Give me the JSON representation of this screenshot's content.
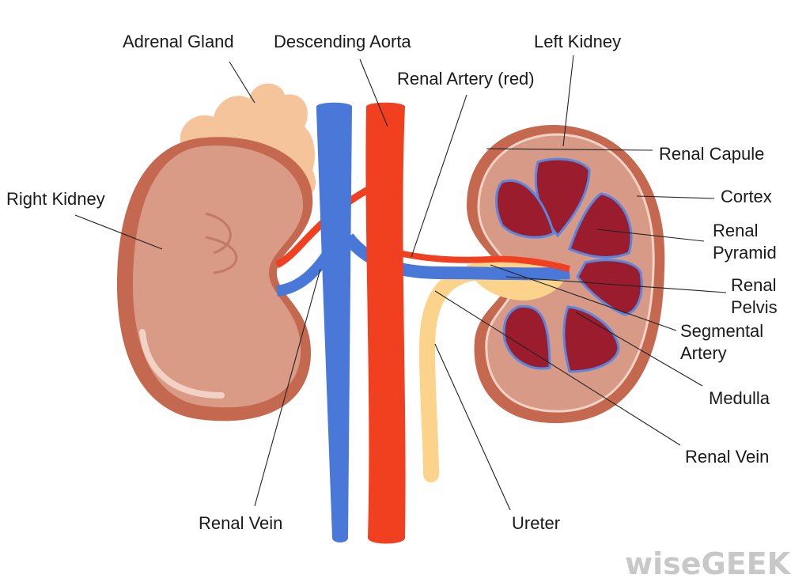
{
  "title": "Kidney anatomy diagram",
  "labels": {
    "adrenal_gland": "Adrenal Gland",
    "descending_aorta": "Descending Aorta",
    "left_kidney": "Left Kidney",
    "renal_artery": "Renal Artery (red)",
    "right_kidney": "Right Kidney",
    "renal_capsule": "Renal Capule",
    "cortex": "Cortex",
    "renal_pyramid_1": "Renal",
    "renal_pyramid_2": "Pyramid",
    "renal_pelvis_1": "Renal",
    "renal_pelvis_2": "Pelvis",
    "segmental_artery_1": "Segmental",
    "segmental_artery_2": "Artery",
    "medulla": "Medulla",
    "renal_vein_right": "Renal Vein",
    "renal_vein_left": "Renal Vein",
    "ureter": "Ureter"
  },
  "watermark": "wiseGEEK",
  "colors": {
    "kidney_outer": "#c4684f",
    "kidney_inner": "#d99a86",
    "pyramid": "#9b1c2c",
    "vein": "#4a78d8",
    "artery": "#f0401f",
    "adrenal": "#f5c49a",
    "ureter": "#fcd38a"
  }
}
